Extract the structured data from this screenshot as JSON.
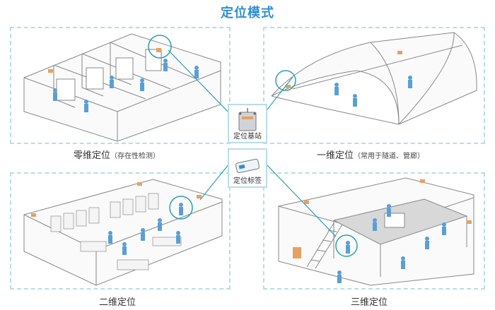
{
  "title": "定位模式",
  "center": {
    "station_label": "定位基站",
    "tag_label": "定位标签"
  },
  "modes": [
    {
      "name": "零维定位",
      "note": "存在性检测"
    },
    {
      "name": "一维定位",
      "note": "常用于隧道、管廊"
    },
    {
      "name": "二维定位",
      "note": ""
    },
    {
      "name": "三维定位",
      "note": ""
    }
  ],
  "colors": {
    "accent": "#2e8fd3",
    "frame": "#b8dde8",
    "person": "#5a9fd4",
    "device": "#e8a060",
    "highlight": "#2aa0b0"
  }
}
